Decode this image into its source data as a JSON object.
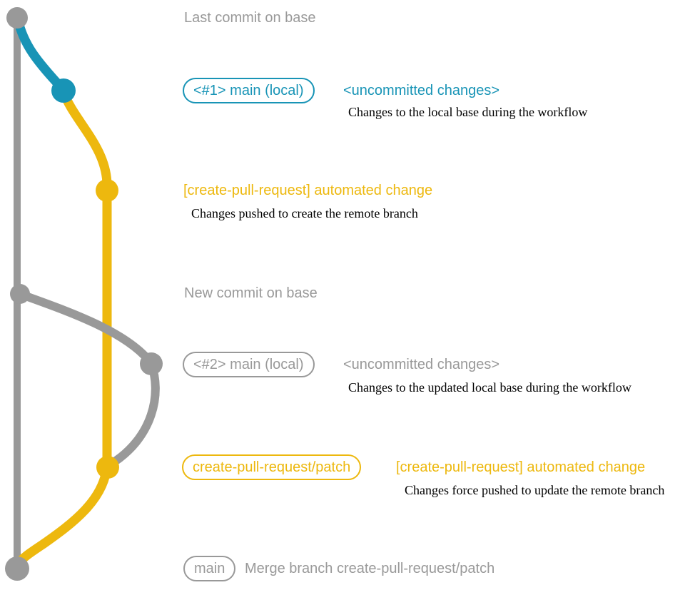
{
  "colors": {
    "base_gray": "#999999",
    "local_blue": "#1894b6",
    "patch_yellow": "#edb80e",
    "caption_black": "#000000",
    "background": "#ffffff"
  },
  "rows": [
    {
      "label": "Last commit on base"
    },
    {
      "badge": "<#1> main (local)",
      "side_label": "<uncommitted changes>",
      "caption": "Changes to the local base during the workflow"
    },
    {
      "label": "[create-pull-request] automated change",
      "caption": "Changes pushed to create the remote branch"
    },
    {
      "label": "New commit on base"
    },
    {
      "badge": "<#2> main (local)",
      "side_label": "<uncommitted changes>",
      "caption": "Changes to the updated local base during the workflow"
    },
    {
      "badge": "create-pull-request/patch",
      "side_label": "[create-pull-request] automated change",
      "caption": "Changes force pushed to update the remote branch"
    },
    {
      "badge": "main",
      "side_label": "Merge branch create-pull-request/patch"
    }
  ]
}
